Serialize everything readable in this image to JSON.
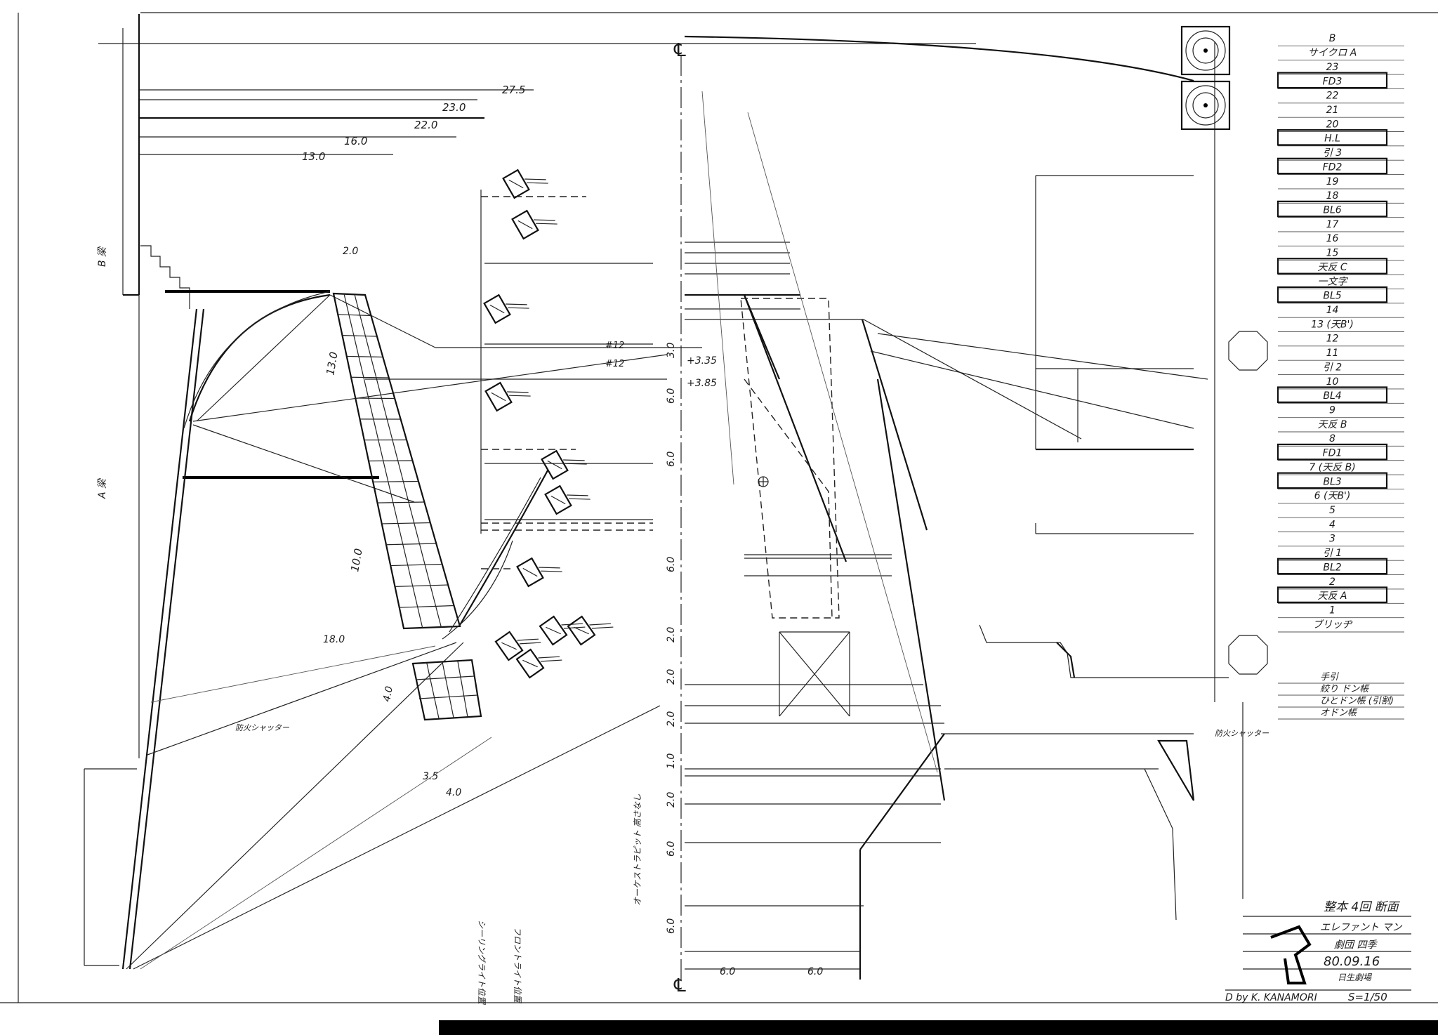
{
  "sheet": {
    "title": "整本 4回 断面",
    "project": "エレファント マン",
    "company": "劇団 四季",
    "date": "80.09.16",
    "venue": "日生劇場",
    "drawn_by": "D by K. KANAMORI",
    "scale": "S=1/50"
  },
  "centerline": {
    "symbol": "℄"
  },
  "dimensions": {
    "top": [
      "27.5",
      "23.0",
      "22.0",
      "16.0",
      "13.0"
    ],
    "rake": [
      "2.0",
      "13.0",
      "10.0",
      "18.0",
      "4.0",
      "3.5",
      "4.0"
    ],
    "bottom": [
      "6.0",
      "6.0"
    ],
    "vertical": [
      "3.0",
      "6.0",
      "6.0",
      "6.0",
      "2.0",
      "2.0",
      "2.0",
      "1.0",
      "2.0",
      "6.0",
      "6.0"
    ],
    "elevations": [
      "+3.35",
      "+3.85"
    ],
    "tags": [
      "#12",
      "#12"
    ]
  },
  "labels": {
    "b_beam": "B 梁",
    "a_beam": "A 梁",
    "fire_shutter_left": "防火シャッター",
    "fire_shutter_right": "防火シャッター",
    "vert_note_1": "オーケストラピット 高さなし",
    "vert_note_2": "シーリングライト位置",
    "vert_note_3": "フロントライト位置"
  },
  "batten_list": [
    {
      "label": "B",
      "boxed": false
    },
    {
      "label": "サイクロ A",
      "boxed": false
    },
    {
      "label": "23",
      "boxed": false
    },
    {
      "label": "FD3",
      "boxed": true
    },
    {
      "label": "22",
      "boxed": false
    },
    {
      "label": "21",
      "boxed": false
    },
    {
      "label": "20",
      "boxed": false
    },
    {
      "label": "H.L",
      "boxed": true
    },
    {
      "label": "引 3",
      "boxed": false
    },
    {
      "label": "FD2",
      "boxed": true
    },
    {
      "label": "19",
      "boxed": false
    },
    {
      "label": "18",
      "boxed": false
    },
    {
      "label": "BL6",
      "boxed": true
    },
    {
      "label": "17",
      "boxed": false
    },
    {
      "label": "16",
      "boxed": false
    },
    {
      "label": "15",
      "boxed": false
    },
    {
      "label": "天反 C",
      "boxed": true
    },
    {
      "label": "一文字",
      "boxed": false
    },
    {
      "label": "BL5",
      "boxed": true
    },
    {
      "label": "14",
      "boxed": false
    },
    {
      "label": "13 (天B')",
      "boxed": false
    },
    {
      "label": "12",
      "boxed": false
    },
    {
      "label": "11",
      "boxed": false
    },
    {
      "label": "引 2",
      "boxed": false
    },
    {
      "label": "10",
      "boxed": false
    },
    {
      "label": "BL4",
      "boxed": true
    },
    {
      "label": "9",
      "boxed": false
    },
    {
      "label": "天反 B",
      "boxed": false
    },
    {
      "label": "8",
      "boxed": false
    },
    {
      "label": "FD1",
      "boxed": true
    },
    {
      "label": "7 (天反 B)",
      "boxed": false
    },
    {
      "label": "BL3",
      "boxed": true
    },
    {
      "label": "6 (天B')",
      "boxed": false
    },
    {
      "label": "5",
      "boxed": false
    },
    {
      "label": "4",
      "boxed": false
    },
    {
      "label": "3",
      "boxed": false
    },
    {
      "label": "引 1",
      "boxed": false
    },
    {
      "label": "BL2",
      "boxed": true
    },
    {
      "label": "2",
      "boxed": false
    },
    {
      "label": "天反 A",
      "boxed": true
    },
    {
      "label": "1",
      "boxed": false
    },
    {
      "label": "ブリッヂ",
      "boxed": false
    }
  ],
  "lower_list": [
    "手引",
    "絞り ドン帳",
    "ひとドン帳 (引割)",
    "オドン帳"
  ]
}
